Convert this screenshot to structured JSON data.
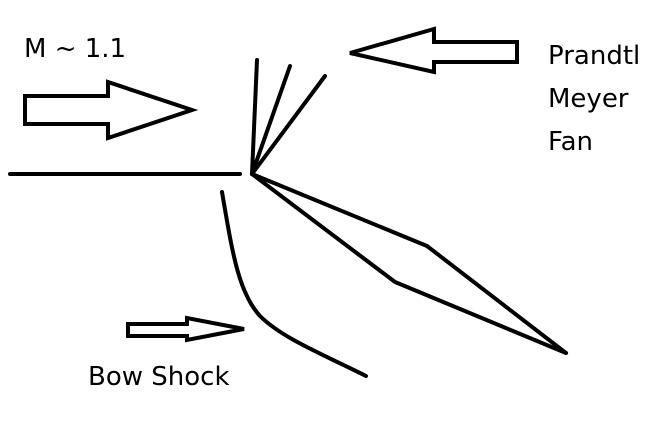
{
  "labels": {
    "mach": "M ~ 1.1",
    "fan_line_1": "Prandtl",
    "fan_line_2": "Meyer",
    "fan_line_3": "Fan",
    "bow_shock": "Bow Shock"
  },
  "colors": {
    "stroke": "#000000",
    "background": "#ffffff"
  }
}
